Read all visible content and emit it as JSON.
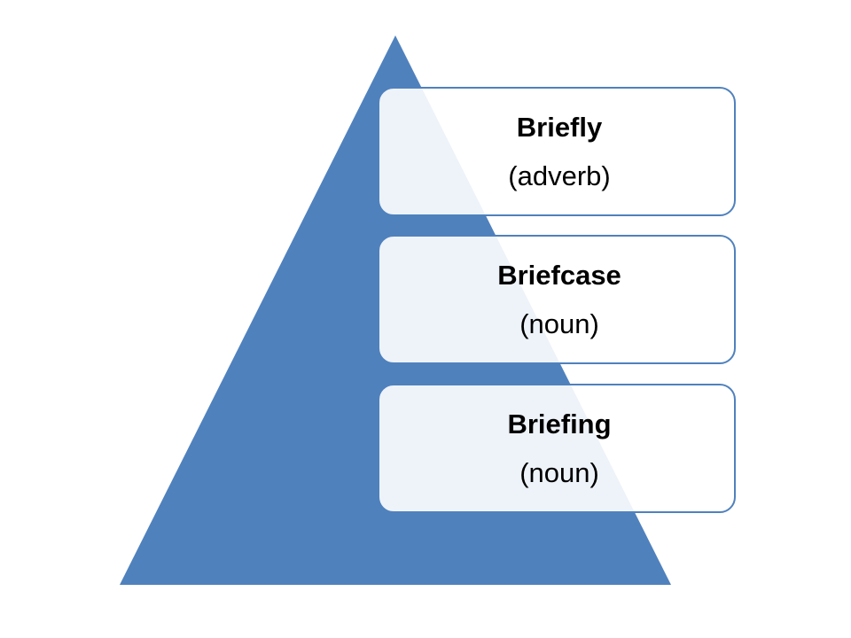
{
  "diagram": {
    "colors": {
      "pyramid_fill": "#4f81bd",
      "box_border": "#4f81bd",
      "box_fill": "#ffffff",
      "text": "#000000"
    },
    "levels": [
      {
        "word": "Briefly",
        "part_of_speech": "(adverb)"
      },
      {
        "word": "Briefcase",
        "part_of_speech": "(noun)"
      },
      {
        "word": "Briefing",
        "part_of_speech": "(noun)"
      }
    ]
  }
}
